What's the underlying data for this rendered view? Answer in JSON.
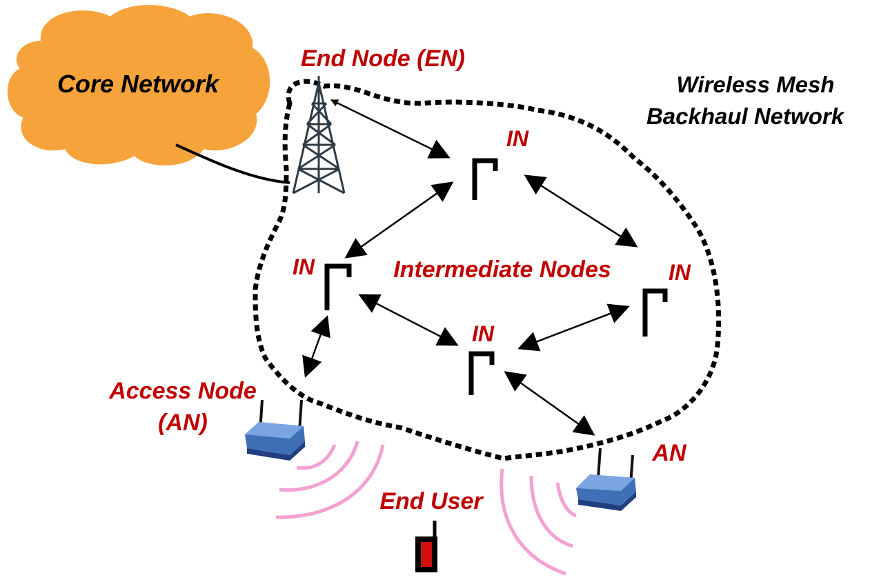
{
  "labels": {
    "core_network": "Core Network",
    "end_node": "End Node (EN)",
    "mesh_title_line1": "Wireless Mesh",
    "mesh_title_line2": "Backhaul Network",
    "in_top": "IN",
    "in_left": "IN",
    "in_right": "IN",
    "in_bottom": "IN",
    "intermediate_nodes": "Intermediate Nodes",
    "access_node_line1": "Access Node",
    "access_node_line2": "(AN)",
    "an_right": "AN",
    "end_user": "End User"
  },
  "colors": {
    "cloud_fill": "#f7a33c",
    "label_red": "#c00000",
    "label_black": "#000000",
    "signal_pink": "#f4a0d0",
    "router_blue": "#3f6fb5",
    "phone_red": "#d01010"
  },
  "icons": [
    "cloud-icon",
    "tower-icon",
    "router-icon",
    "phone-icon",
    "antenna-icon"
  ]
}
